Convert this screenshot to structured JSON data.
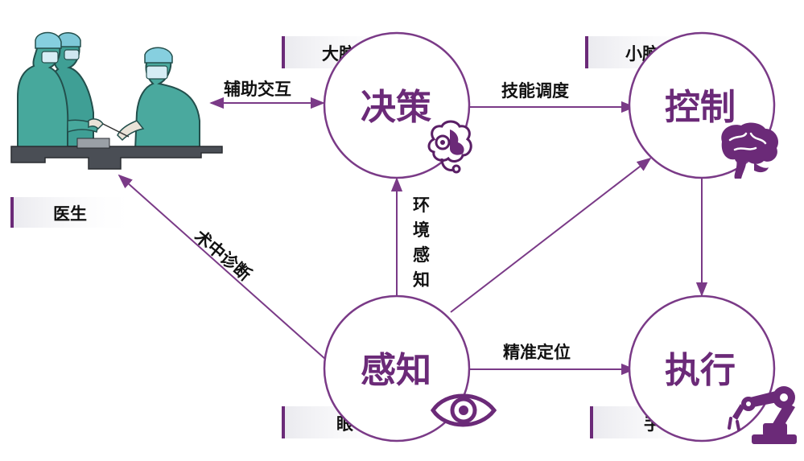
{
  "colors": {
    "accent": "#6b2a78",
    "line": "#7a3a87",
    "text": "#111111"
  },
  "nodes": {
    "decision": {
      "label": "决策",
      "tag": "大脑",
      "icon": "brain-gear-icon"
    },
    "control": {
      "label": "控制",
      "tag": "小脑",
      "icon": "cerebellum-brain-icon"
    },
    "perception": {
      "label": "感知",
      "tag": "眼",
      "icon": "eye-icon"
    },
    "execution": {
      "label": "执行",
      "tag": "手",
      "icon": "robot-arm-icon"
    },
    "doctor": {
      "tag": "医生",
      "icon": "surgeons-illustration"
    }
  },
  "edges": {
    "assist": "辅助交互",
    "schedule": "技能调度",
    "env": [
      "环",
      "境",
      "感",
      "知"
    ],
    "diagnosis": "术中诊断",
    "position": "精准定位"
  }
}
